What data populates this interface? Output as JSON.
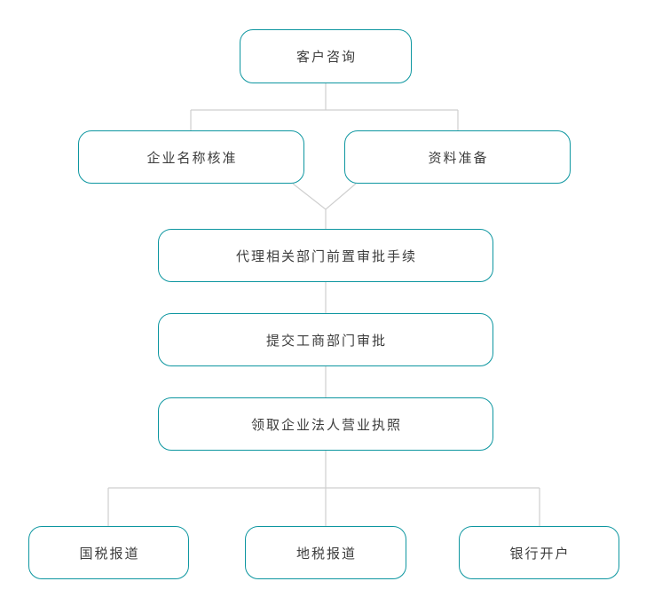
{
  "flowchart": {
    "type": "process-flow",
    "accent_color": "#0d96a0",
    "connector_color": "#cfcfcf",
    "text_color": "#3c3c3c",
    "background_color": "#ffffff",
    "nodes": [
      {
        "id": "customer-consultation",
        "label": "客户咨询"
      },
      {
        "id": "company-name-approval",
        "label": "企业名称核准"
      },
      {
        "id": "material-preparation",
        "label": "资料准备"
      },
      {
        "id": "pre-approval-procedures",
        "label": "代理相关部门前置审批手续"
      },
      {
        "id": "submit-industry-commerce",
        "label": "提交工商部门审批"
      },
      {
        "id": "obtain-business-license",
        "label": "领取企业法人营业执照"
      },
      {
        "id": "national-tax-registration",
        "label": "国税报道"
      },
      {
        "id": "local-tax-registration",
        "label": "地税报道"
      },
      {
        "id": "bank-account-opening",
        "label": "银行开户"
      }
    ],
    "edges": [
      {
        "from": "customer-consultation",
        "to": "company-name-approval"
      },
      {
        "from": "customer-consultation",
        "to": "material-preparation"
      },
      {
        "from": "company-name-approval",
        "to": "pre-approval-procedures"
      },
      {
        "from": "material-preparation",
        "to": "pre-approval-procedures"
      },
      {
        "from": "pre-approval-procedures",
        "to": "submit-industry-commerce"
      },
      {
        "from": "submit-industry-commerce",
        "to": "obtain-business-license"
      },
      {
        "from": "obtain-business-license",
        "to": "national-tax-registration"
      },
      {
        "from": "obtain-business-license",
        "to": "local-tax-registration"
      },
      {
        "from": "obtain-business-license",
        "to": "bank-account-opening"
      }
    ]
  }
}
